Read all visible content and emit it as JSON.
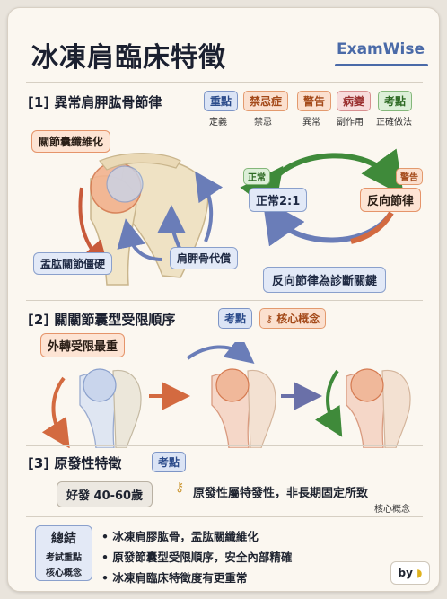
{
  "header": {
    "title": "冰凍肩臨床特徵",
    "brand": "ExamWise"
  },
  "section1": {
    "title": "[1] 異常肩胛肱骨節律",
    "tags": [
      {
        "label": "重點",
        "sub": "定義",
        "color": "blue"
      },
      {
        "label": "禁忌症",
        "sub": "禁忌",
        "color": "orange"
      },
      {
        "label": "警告",
        "sub": "異常",
        "color": "orange"
      },
      {
        "label": "病變",
        "sub": "副作用",
        "color": "pink"
      },
      {
        "label": "考點",
        "sub": "正確做法",
        "color": "green"
      }
    ],
    "callouts": {
      "capsule": "關節囊纖維化",
      "stiffness": "盂肱關節僵硬",
      "compensation": "肩胛骨代償"
    },
    "cycle": {
      "normal_tag": "正常",
      "warning_tag": "警告",
      "normal_value": "正常2:1",
      "reverse_value": "反向節律",
      "key_note": "反向節律為診斷關鍵"
    }
  },
  "section2": {
    "title": "[2] 關關節囊型受限順序",
    "tags": [
      {
        "label": "考點"
      },
      {
        "label": "核心概念"
      }
    ],
    "callout": "外轉受限最重"
  },
  "section3": {
    "title": "[3] 原發性特徵",
    "tag": "考點",
    "age_box": "好發 40-60歲",
    "statement": "原發性屬特發性，非長期固定所致",
    "statement_sub": "核心概念"
  },
  "summary": {
    "heading": "總結",
    "label_1": "考試重點",
    "label_2": "核心概念",
    "bullets": [
      "冰凍肩膠肱骨，盂肱關纖維化",
      "原發節囊型受限順序，安全內部精確",
      "冰凍肩臨床特徵度有更重常"
    ],
    "signature": "by"
  },
  "colors": {
    "accent_blue": "#4a6aa8",
    "warning_orange": "#e5946a",
    "normal_green": "#3f8a3a",
    "reverse_red": "#cf5a3a"
  }
}
